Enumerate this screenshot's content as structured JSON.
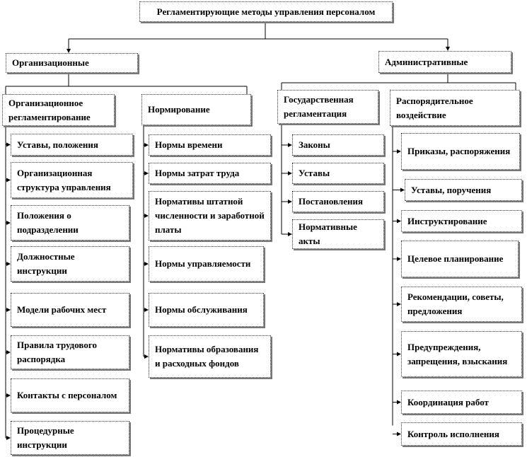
{
  "title": "Регламентирующие методы управления персоналом",
  "branches": [
    {
      "label": "Организационные",
      "groups": [
        {
          "label": "Организационное регламентирование",
          "items": [
            "Уставы, положения",
            "Организационная структура управления",
            "Положения о подразделении",
            "Должностные инструкции",
            "Модели рабочих мест",
            "Правила трудового распорядка",
            "Контакты с персоналом",
            "Процедурные инструкции"
          ]
        },
        {
          "label": "Нормирование",
          "items": [
            "Нормы времени",
            "Нормы затрат труда",
            "Нормативы штатной численности и заработной платы",
            "Нормы управляемости",
            "Нормы обслуживания",
            "Нормативы образования и расходных фондов"
          ]
        }
      ]
    },
    {
      "label": "Административные",
      "groups": [
        {
          "label": "Государственная регламентация",
          "items": [
            "Законы",
            "Уставы",
            "Постановления",
            "Нормативные акты"
          ]
        },
        {
          "label": "Распорядительное воздействие",
          "items": [
            "Приказы, распоряжения",
            "Уставы, поручения",
            "Инструктирование",
            "Целевое планирование",
            "Рекомендации, советы, предложения",
            "Предупреждения, запрещения, взыскания",
            "Координация работ",
            "Контроль исполнения"
          ]
        }
      ]
    }
  ]
}
